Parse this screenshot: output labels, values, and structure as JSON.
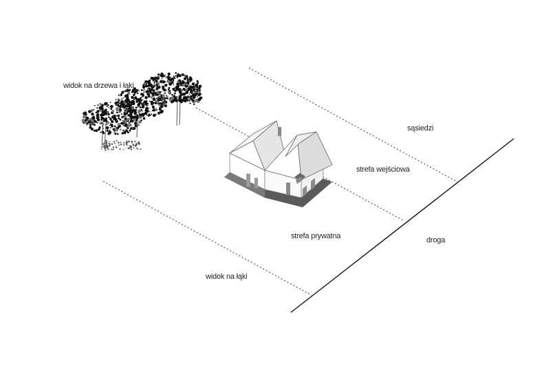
{
  "labels": {
    "trees_view": "widok na drzewa i łąki",
    "neighbours": "sąsiedzi",
    "entry_zone": "strefa wejściowa",
    "private_zone": "strefa prywatna",
    "road": "droga",
    "meadow_view": "widok na łąki"
  },
  "colors": {
    "line": "#222222",
    "roof_light": "#f4f4f4",
    "roof_shade": "#dcdcdc",
    "wall": "#ffffff",
    "terrace": "#5a5a5a",
    "foliage": "#111111"
  }
}
